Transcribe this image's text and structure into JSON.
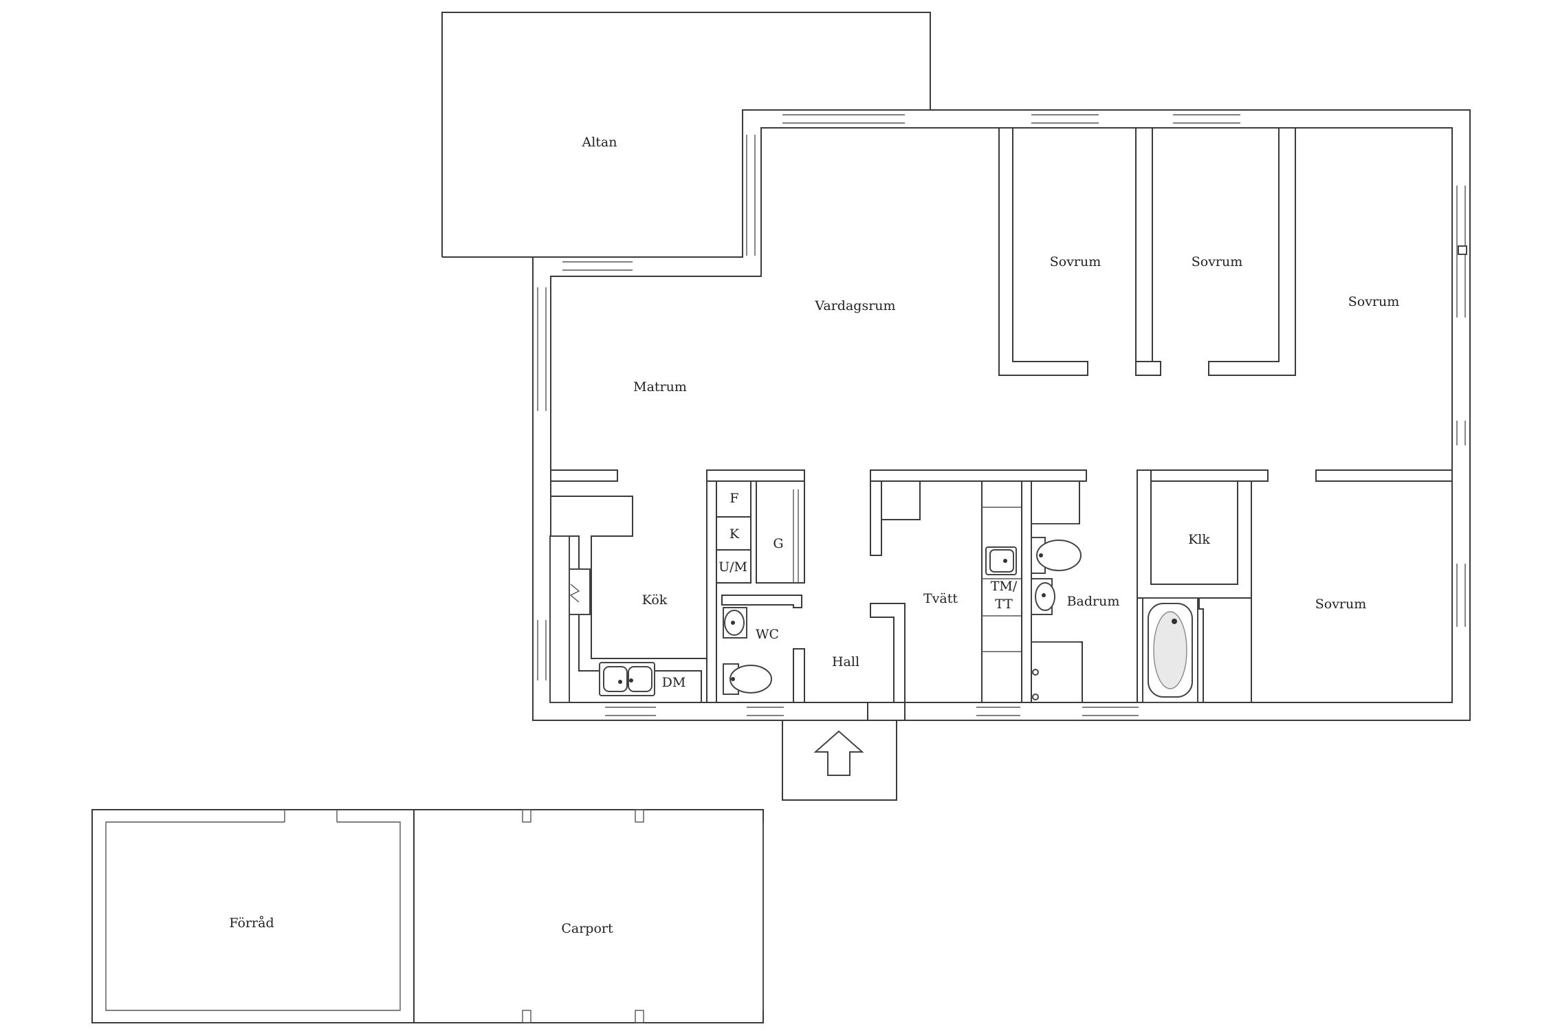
{
  "rooms": {
    "altan": "Altan",
    "vardagsrum": "Vardagsrum",
    "sovrum_1": "Sovrum",
    "sovrum_2": "Sovrum",
    "sovrum_3": "Sovrum",
    "sovrum_4": "Sovrum",
    "matrum": "Matrum",
    "kok": "Kök",
    "wc": "WC",
    "hall": "Hall",
    "tvatt": "Tvätt",
    "badrum": "Badrum",
    "klk": "Klk",
    "forrad": "Förråd",
    "carport": "Carport"
  },
  "appliances": {
    "f": "F",
    "k": "K",
    "um": "U/M",
    "g": "G",
    "dm": "DM",
    "tm": "TM/",
    "tt": "TT"
  },
  "entrance": {
    "arrow": "up-arrow-icon"
  }
}
